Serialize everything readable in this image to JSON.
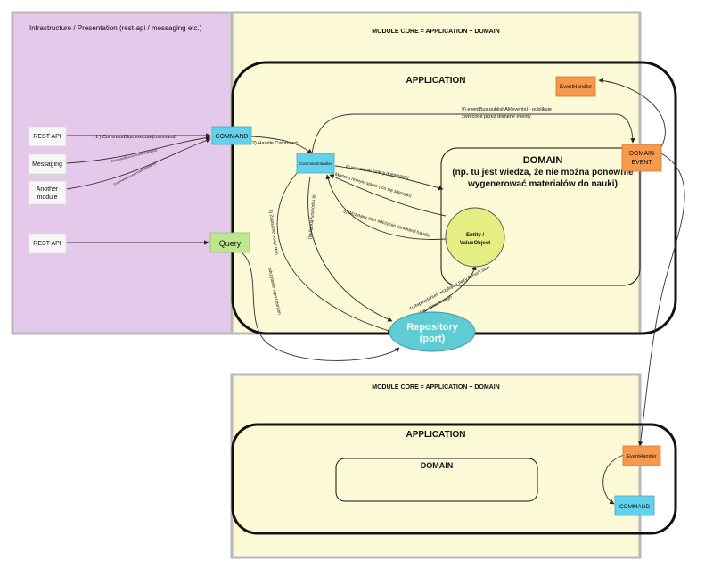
{
  "colors": {
    "infra_fill": "#e4c9ea",
    "core_fill": "#fcf9d6",
    "panel_border": "#b9b9b9",
    "command_fill": "#62d2ec",
    "query_fill": "#bde68d",
    "event_fill": "#f6994d",
    "entity_fill": "#e4ee82",
    "repository_fill": "#5fcbd2",
    "sticky_fill": "#f7f7f7"
  },
  "infra_title": "Infrastructure / Presentation (rest-api / messaging etc.)",
  "core_title_top": "MODULE CORE = APPLICATION + DOMAIN",
  "core_title_bottom": "MODULE CORE = APPLICATION + DOMAIN",
  "application_title_top": "APPLICATION",
  "application_title_bottom": "APPLICATION",
  "domain_title_top": "DOMAIN",
  "domain_subtitle_lines": [
    "(np. tu jest wiedza, że nie można ponownie",
    "wygenerować materiałów do nauki)"
  ],
  "domain_title_bottom": "DOMAIN",
  "sources": {
    "rest_api_1": "REST API",
    "messaging": "Messaging",
    "another_module_lines": [
      "Another",
      "module"
    ],
    "rest_api_2": "REST API"
  },
  "nodes": {
    "command": "COMMAND",
    "query": "Query",
    "command_handler": "CommandHandler",
    "event_handler_top": "EventHandler",
    "domain_event_lines": [
      "DOMAIN",
      "EVENT"
    ],
    "entity_lines": [
      "Entity /",
      "ValueObject"
    ],
    "repository_lines": [
      "Repository",
      "(port)"
    ],
    "event_handler_bottom": "EventHandler",
    "command_bottom": "COMMAND"
  },
  "flow_labels": {
    "step1": "1 ) CommandBus.execute(command)",
    "step2": "2) Handle Command",
    "step3": "3) repository.findById()",
    "step5": "5) Wczytany stan odczytuje command handler",
    "step6": "6) wywołanie funkcji domenowej",
    "step7": "7) Model o nowym stanie ( co się zdarzyło)",
    "step8": "8) Zapisanie nowy stan",
    "step9_lines": [
      "9) eventBus.publishAll(events) - publikuje",
      "zwrócone przez domene eventy"
    ],
    "step4_lines": [
      "4) Repozytorium wczytuje z bazy danych stan",
      "modelu domenowego"
    ],
    "query_read": "odczytanie repozytorium",
    "messaging_arrow": "CommandBus.execute(command)",
    "another_arrow": "CommandBus.execute(command)"
  }
}
